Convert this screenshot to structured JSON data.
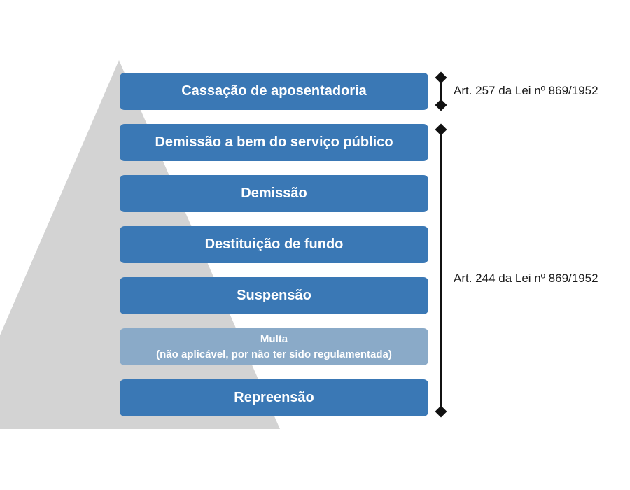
{
  "colors": {
    "box_primary": "#3a78b5",
    "box_muted": "#8aaac8",
    "pyramid_fill": "#d3d3d3",
    "bracket": "#111111",
    "text_light": "#ffffff",
    "text_dark": "#1a1a1a"
  },
  "levels": [
    {
      "label": "Cassação de aposentadoria",
      "sublabel": "",
      "style": "primary"
    },
    {
      "label": "Demissão a bem do serviço público",
      "sublabel": "",
      "style": "primary"
    },
    {
      "label": "Demissão",
      "sublabel": "",
      "style": "primary"
    },
    {
      "label": "Destituição de fundo",
      "sublabel": "",
      "style": "primary"
    },
    {
      "label": "Suspensão",
      "sublabel": "",
      "style": "primary"
    },
    {
      "label": "Multa",
      "sublabel": "(não aplicável, por não ter sido regulamentada)",
      "style": "muted"
    },
    {
      "label": "Repreensão",
      "sublabel": "",
      "style": "primary"
    }
  ],
  "annotations": [
    {
      "text": "Art. 257 da Lei nº 869/1952"
    },
    {
      "text": "Art. 244 da Lei nº 869/1952"
    }
  ]
}
